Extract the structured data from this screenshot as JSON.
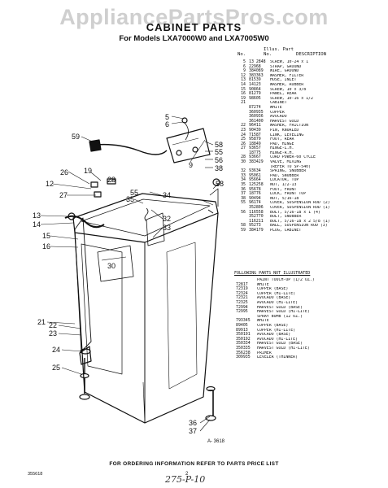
{
  "watermark": "AppliancePartsPros.com",
  "title": "CABINET PARTS",
  "subtitle": "For Models LXA7000W0 and LXA7005W0",
  "header": {
    "illus": "Illus. Part",
    "no": "No.",
    "part_no": "No.",
    "description": "DESCRIPTION"
  },
  "parts": [
    {
      "no": "5",
      "pn": "13 2848",
      "desc": "SCREW, 10-24 x 1"
    },
    {
      "no": "6",
      "pn": "22968",
      "desc": "STRAP, GROUND"
    },
    {
      "no": "9",
      "pn": "384089",
      "desc": "WIRE, GROUND"
    },
    {
      "no": "12",
      "pn": "383363",
      "desc": "WASHER, FILTER"
    },
    {
      "no": "13",
      "pn": "81539",
      "desc": "HOSE, INLET"
    },
    {
      "no": "14",
      "pn": "14123",
      "desc": "WASHER, RUBBER"
    },
    {
      "no": "15",
      "pn": "90864",
      "desc": "SCREW, 10 x 3/8"
    },
    {
      "no": "16",
      "pn": "81279",
      "desc": "PANEL, REAR"
    },
    {
      "no": "19",
      "pn": "98605",
      "desc": "SCREW, 10-16 x 1/2"
    },
    {
      "no": "21",
      "pn": "",
      "desc": "CABINET"
    },
    {
      "no": "",
      "pn": "87274",
      "desc": "WHITE"
    },
    {
      "no": "",
      "pn": "360935",
      "desc": "COPPER"
    },
    {
      "no": "",
      "pn": "360936",
      "desc": "AVOCADO"
    },
    {
      "no": "",
      "pn": "361400",
      "desc": "HARVEST GOLD"
    },
    {
      "no": "22",
      "pn": "96411",
      "desc": "WASHER, FRICTION"
    },
    {
      "no": "23",
      "pn": "90439",
      "desc": "PIN, KNURLED"
    },
    {
      "no": "24",
      "pn": "71587",
      "desc": "LINK, LEVELING"
    },
    {
      "no": "25",
      "pn": "95879",
      "desc": "FOOT, REAR"
    },
    {
      "no": "26",
      "pn": "18849",
      "desc": "PAD, HINGE"
    },
    {
      "no": "27",
      "pn": "93657",
      "desc": "HINGE-L.H."
    },
    {
      "no": "",
      "pn": "18775",
      "desc": "HINGE-R.H."
    },
    {
      "no": "28",
      "pn": "93667",
      "desc": "CORD POWER-60 CYCLE"
    },
    {
      "no": "30",
      "pn": "383429",
      "desc": "VALVE, MIXING"
    },
    {
      "no": "",
      "pn": "",
      "desc": "(REFER TO SP-540)"
    },
    {
      "no": "32",
      "pn": "93634",
      "desc": "SPRING, SNUBBER"
    },
    {
      "no": "33",
      "pn": "95061",
      "desc": "PAD, SNUBBER"
    },
    {
      "no": "34",
      "pn": "95664",
      "desc": "LOCATOR, TOP"
    },
    {
      "no": "35",
      "pn": "125258",
      "desc": "NUT, 1/2-13"
    },
    {
      "no": "36",
      "pn": "95678",
      "desc": "FOOT, FRONT"
    },
    {
      "no": "37",
      "pn": "18776",
      "desc": "LOCK, FRONT TOP"
    },
    {
      "no": "38",
      "pn": "90494",
      "desc": "NUT, 5/16-18"
    },
    {
      "no": "55",
      "pn": "96174",
      "desc": "COVER, SUSPENSION ROD (2)"
    },
    {
      "no": "",
      "pn": "352806",
      "desc": "COVER, SUSPENSION ROD (1)"
    },
    {
      "no": "56",
      "pn": "116558",
      "desc": "BOLT, 5/16-18 x 1 (4)"
    },
    {
      "no": "",
      "pn": "352770",
      "desc": "BOLT, SNUBBER"
    },
    {
      "no": "",
      "pn": "116211",
      "desc": "BOLT, 5/16-18 x 2 5/8 (1)"
    },
    {
      "no": "58",
      "pn": "95273",
      "desc": "BALL, SUSPENSION ROD (3)"
    },
    {
      "no": "59",
      "pn": "384179",
      "desc": "PLUG, CABINET"
    }
  ],
  "following_label": "FOLLOWING PARTS NOT ILLUSTRATED",
  "touch_up": [
    {
      "pn": "",
      "desc": "PAINT TOUCH-UP (1/2 OZ.)"
    },
    {
      "pn": "72817",
      "desc": "WHITE"
    },
    {
      "pn": "72319",
      "desc": "COPPER (BASE)"
    },
    {
      "pn": "72324",
      "desc": "COPPER (HI-LITE)"
    },
    {
      "pn": "72321",
      "desc": "AVOCADO (BASE)"
    },
    {
      "pn": "72325",
      "desc": "AVOCADO (HI-LITE)"
    },
    {
      "pn": "72994",
      "desc": "HARVEST GOLD (BASE)"
    },
    {
      "pn": "72995",
      "desc": "HARVEST GOLD (HI-LITE)"
    },
    {
      "pn": "",
      "desc": "SPRAY BOMB (12 OZ.)"
    },
    {
      "pn": "793345",
      "desc": "WHITE"
    },
    {
      "pn": "89405",
      "desc": "COPPER (BASE)"
    },
    {
      "pn": "89913",
      "desc": "COPPER (HI-LITE)"
    },
    {
      "pn": "350191",
      "desc": "AVOCADO (BASE)"
    },
    {
      "pn": "350192",
      "desc": "AVOCADO (HI-LITE)"
    },
    {
      "pn": "350334",
      "desc": "HARVEST GOLD (BASE)"
    },
    {
      "pn": "350335",
      "desc": "HARVEST GOLD (HI-LITE)"
    },
    {
      "pn": "356238",
      "desc": "PRIMER"
    },
    {
      "pn": "309935",
      "desc": "LEVELER (THINNER)"
    }
  ],
  "callouts": {
    "c5": "5",
    "c6": "6",
    "c59": "59",
    "c9": "9",
    "c26": "26",
    "c12": "12",
    "c19": "19",
    "c28": "28",
    "c27": "27",
    "c13": "13",
    "c14": "14",
    "c15": "15",
    "c16": "16",
    "c22": "22",
    "c23": "23",
    "c24": "24",
    "c25": "25",
    "c21": "21",
    "c58a": "58",
    "c55a": "55",
    "c56": "56",
    "c38": "38",
    "c58b": "58",
    "c34": "34",
    "c35": "35",
    "c55b": "55",
    "c32": "32",
    "c33": "33",
    "c30": "30",
    "c36": "36",
    "c37": "37"
  },
  "figure_number": "A- 3618",
  "footer": "FOR ORDERING INFORMATION REFER TO PARTS PRICE LIST",
  "doc_code": "355618",
  "page_number": "2",
  "handwritten": "275-P-10"
}
